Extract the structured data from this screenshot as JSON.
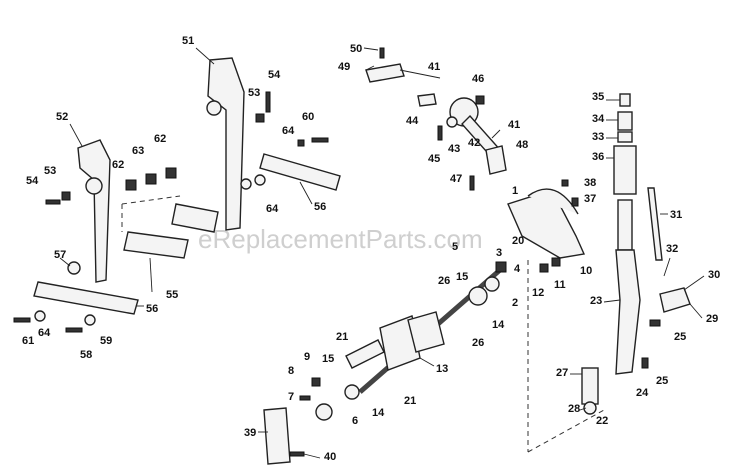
{
  "watermark": "eReplacementParts.com",
  "labels": [
    "1",
    "2",
    "3",
    "4",
    "5",
    "6",
    "7",
    "8",
    "9",
    "10",
    "11",
    "12",
    "13",
    "14",
    "14",
    "15",
    "15",
    "20",
    "21",
    "21",
    "22",
    "23",
    "24",
    "25",
    "25",
    "26",
    "26",
    "27",
    "28",
    "29",
    "30",
    "31",
    "32",
    "33",
    "34",
    "35",
    "36",
    "37",
    "38",
    "39",
    "40",
    "41",
    "41",
    "42",
    "43",
    "44",
    "45",
    "46",
    "47",
    "48",
    "49",
    "50",
    "51",
    "52",
    "53",
    "53",
    "54",
    "54",
    "55",
    "56",
    "56",
    "57",
    "58",
    "59",
    "60",
    "61",
    "62",
    "62",
    "63",
    "64",
    "64",
    "64"
  ]
}
